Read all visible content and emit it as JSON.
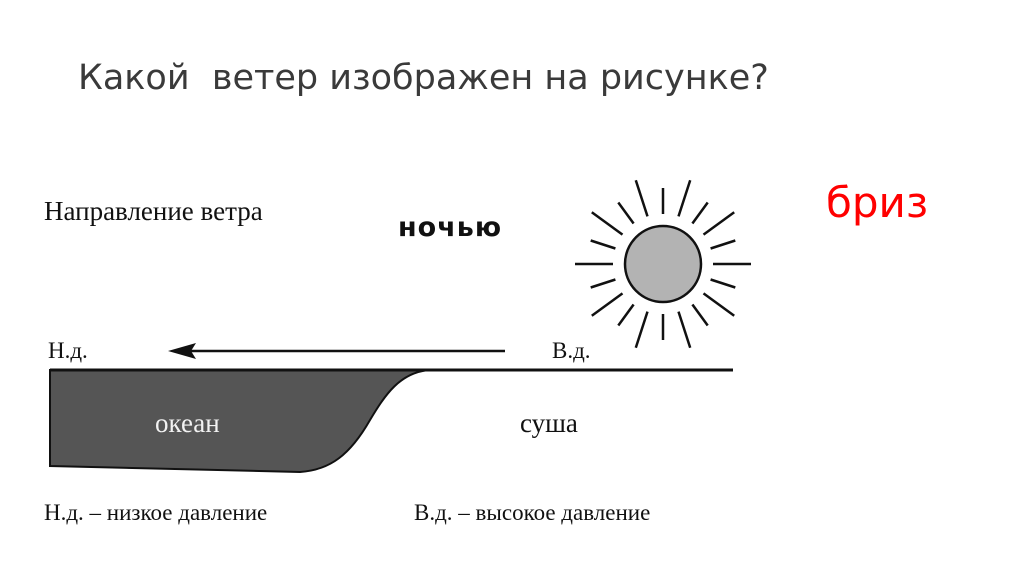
{
  "slide": {
    "title": "Какой  ветер изображен на рисунке?",
    "answer": "бриз"
  },
  "diagram": {
    "wind_direction_label": "Направление ветра",
    "time_label": "ночью",
    "low_pressure_marker": "Н.д.",
    "high_pressure_marker": "В.д.",
    "ocean_label": "океан",
    "land_label": "суша",
    "legend_low": "Н.д. – низкое давление",
    "legend_high": "В.д. – высокое давление"
  },
  "colors": {
    "title": "#3a3a3a",
    "answer": "#ff0000",
    "ocean": "#555555",
    "sun_fill": "#b3b3b3",
    "ink": "#111111"
  },
  "icons": {
    "sun": "sun-icon",
    "arrow": "arrow-left-icon"
  }
}
